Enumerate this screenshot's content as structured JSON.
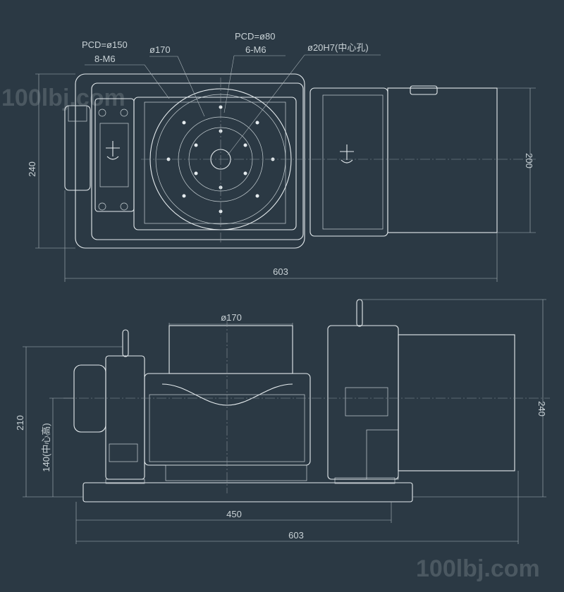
{
  "top_view": {
    "labels": {
      "pcd150": "PCD=ø150",
      "m6_8": "8-M6",
      "dia170": "ø170",
      "pcd80": "PCD=ø80",
      "m6_6": "6-M6",
      "center_hole": "ø20H7(中心孔)"
    },
    "dims": {
      "height_left": "240",
      "height_right": "200",
      "width": "603"
    }
  },
  "side_view": {
    "dims": {
      "table_dia": "ø170",
      "height": "210",
      "center_height": "140(中心高)",
      "height_right": "240",
      "base_width": "450",
      "total_width": "603"
    }
  },
  "watermark": "100lbj.com"
}
